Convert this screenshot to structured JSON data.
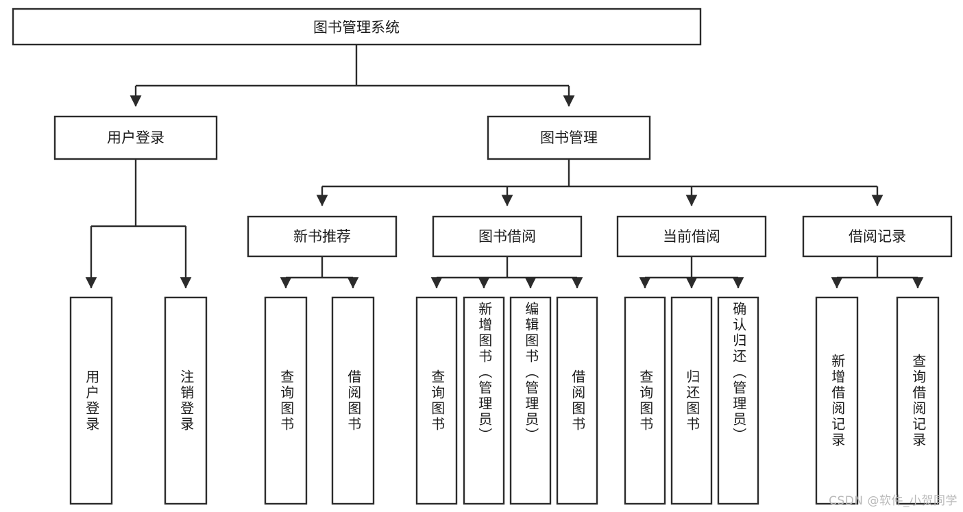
{
  "diagram": {
    "type": "tree-hierarchy",
    "title": "图书管理系统",
    "watermark": "CSDN @软件_小贺同学",
    "colors": {
      "background": "#ffffff",
      "stroke": "#2b2b2b",
      "text": "#1c1c1c",
      "watermark": "#b9b9b9"
    },
    "root": {
      "label": "图书管理系统"
    },
    "level2": [
      {
        "label": "用户登录"
      },
      {
        "label": "图书管理"
      }
    ],
    "level3": [
      {
        "label": "新书推荐"
      },
      {
        "label": "图书借阅"
      },
      {
        "label": "当前借阅"
      },
      {
        "label": "借阅记录"
      }
    ],
    "leaves": {
      "user_login": [
        {
          "label": "用户登录"
        },
        {
          "label": "注销登录"
        }
      ],
      "new_book_recommend": [
        {
          "label": "查询图书"
        },
        {
          "label": "借阅图书"
        }
      ],
      "book_borrow": [
        {
          "label": "查询图书"
        },
        {
          "label": "新增图书（管理员）"
        },
        {
          "label": "编辑图书（管理员）"
        },
        {
          "label": "借阅图书"
        }
      ],
      "current_borrow": [
        {
          "label": "查询图书"
        },
        {
          "label": "归还图书"
        },
        {
          "label": "确认归还（管理员）"
        }
      ],
      "borrow_record": [
        {
          "label": "新增借阅记录"
        },
        {
          "label": "查询借阅记录"
        }
      ]
    }
  }
}
